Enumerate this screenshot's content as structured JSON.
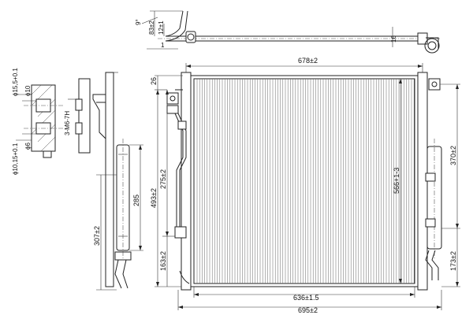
{
  "dimensions": {
    "width_overall": "695±2",
    "width_core": "636±1.5",
    "width_top": "678±2",
    "height_core": "566+1-3",
    "height_right": "370±2",
    "height_right_low": "173±2",
    "height_left": "493±2",
    "height_left_upper": "275±2",
    "height_left_low": "163±2",
    "top_offset": "26",
    "receiver_len": "285",
    "receiver_total": "307±2",
    "pipe_83": "83±2",
    "pipe_12": "12±1",
    "pipe_16": "16",
    "pipe_1": "1",
    "angle": "9°",
    "dia_15": "ϕ15,5+0.1",
    "dia_10": "ϕ10",
    "dia_6": "ϕ6",
    "dia_10_15": "ϕ10,15+0.1",
    "thread": "3-M6-7H"
  }
}
